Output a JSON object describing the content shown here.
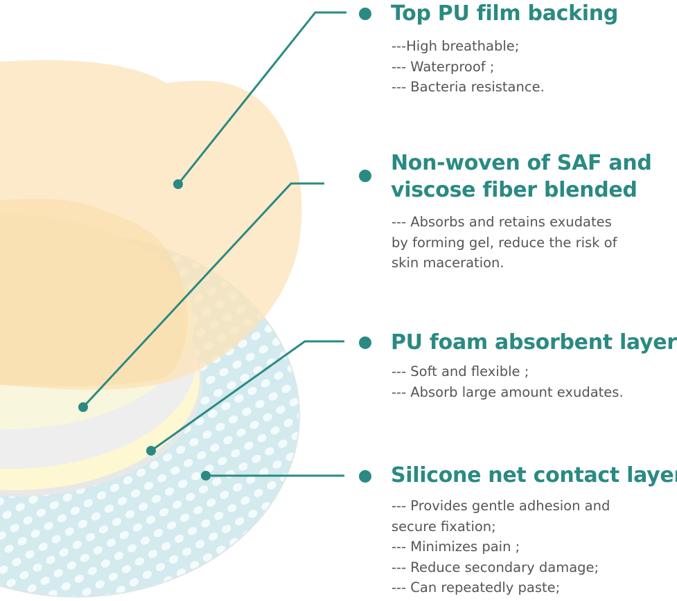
{
  "colors": {
    "accent": "#2a8a82",
    "body_text": "#555555",
    "top_film": "#fbe8c8",
    "net": "#d6ecef",
    "foam": "#fdf8cf"
  },
  "layers": [
    {
      "title": "Top  PU film backing",
      "lines": [
        "---High breathable;",
        "--- Waterproof ;",
        "--- Bacteria resistance."
      ]
    },
    {
      "title_lines": [
        "Non-woven of SAF and",
        "viscose fiber blended"
      ],
      "lines": [
        "--- Absorbs and retains exudates",
        "by forming gel, reduce the risk of",
        "skin maceration."
      ]
    },
    {
      "title": "PU foam absorbent layer",
      "lines": [
        "--- Soft and flexible ;",
        "--- Absorb large amount exudates."
      ]
    },
    {
      "title": "Silicone net contact layer",
      "lines": [
        "--- Provides gentle adhesion and",
        "secure fixation;",
        "--- Minimizes pain ;",
        "--- Reduce secondary damage;",
        "--- Can repeatedly paste;"
      ]
    }
  ]
}
